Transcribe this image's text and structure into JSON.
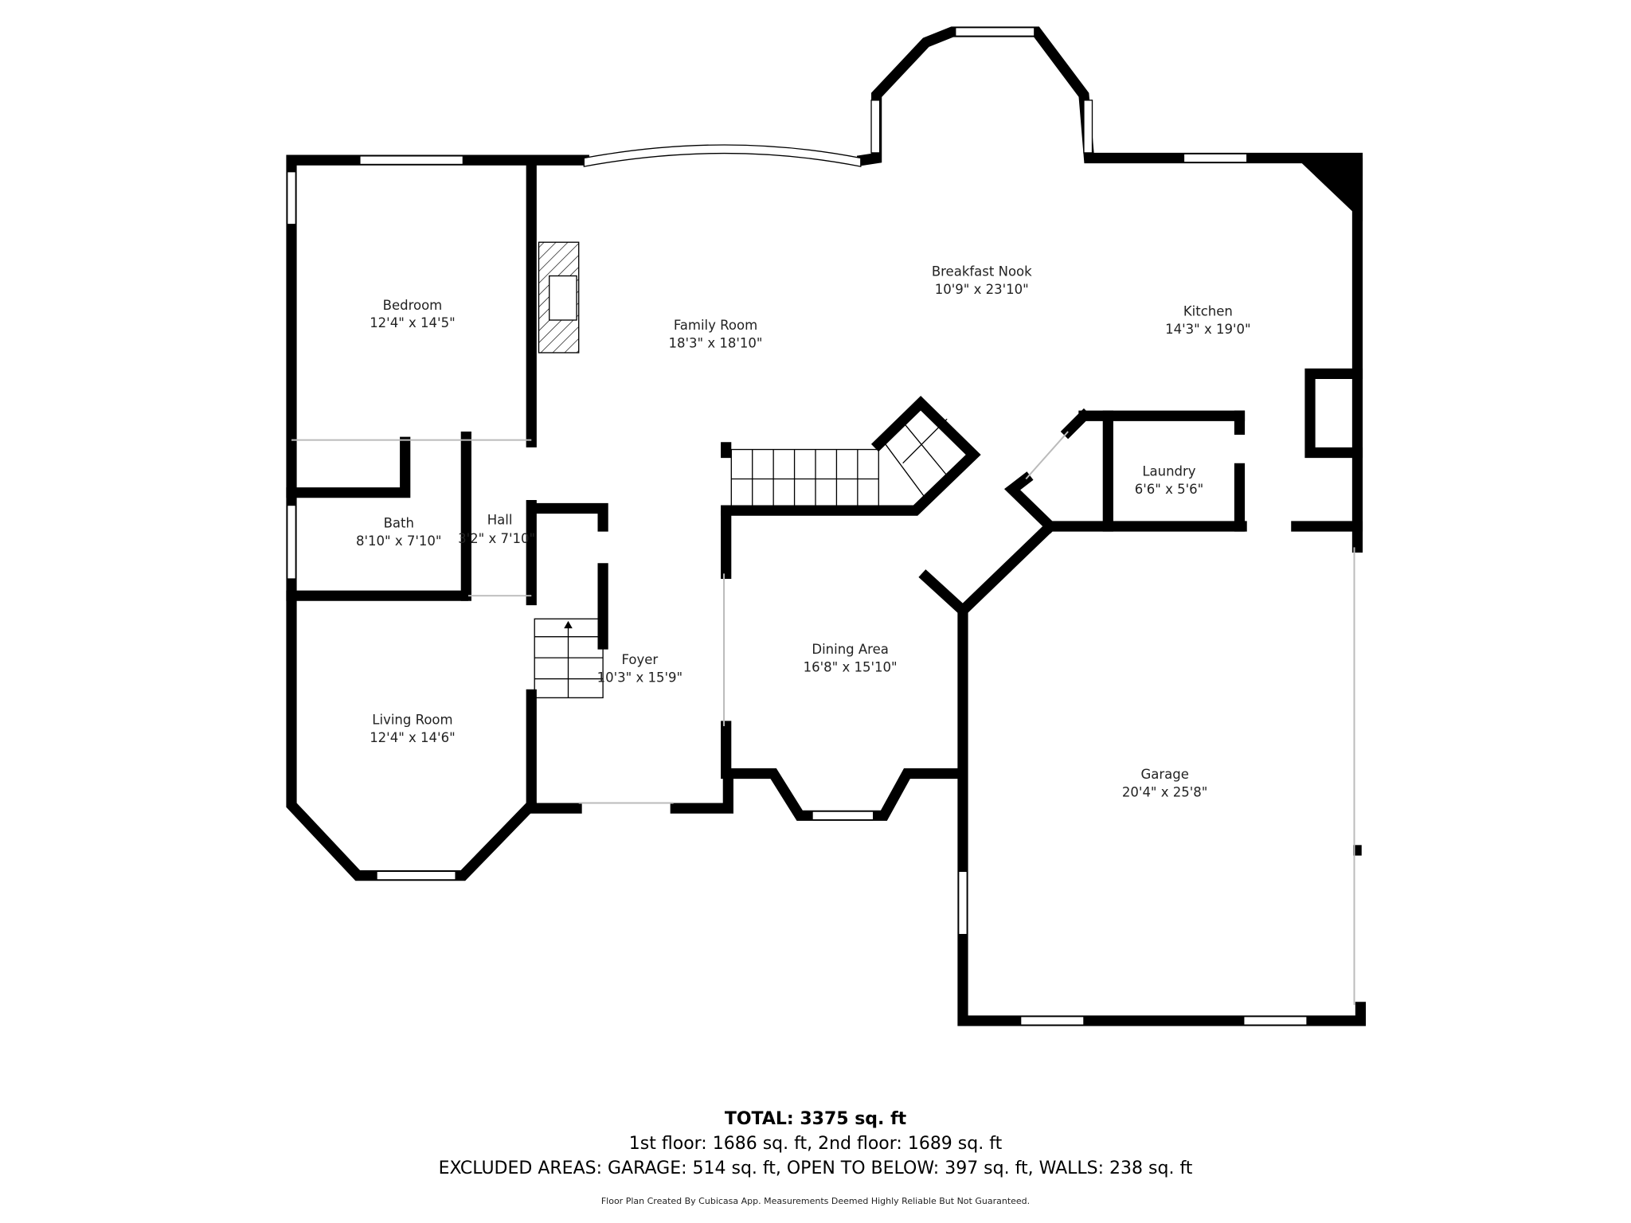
{
  "rooms": {
    "bedroom": {
      "name": "Bedroom",
      "size": "12'4\" x 14'5\""
    },
    "family_room": {
      "name": "Family Room",
      "size": "18'3\" x 18'10\""
    },
    "breakfast_nook": {
      "name": "Breakfast Nook",
      "size": "10'9\" x 23'10\""
    },
    "kitchen": {
      "name": "Kitchen",
      "size": "14'3\" x 19'0\""
    },
    "laundry": {
      "name": "Laundry",
      "size": "6'6\" x 5'6\""
    },
    "bath": {
      "name": "Bath",
      "size": "8'10\" x 7'10\""
    },
    "hall": {
      "name": "Hall",
      "size": "3'2\" x 7'10\""
    },
    "foyer": {
      "name": "Foyer",
      "size": "10'3\" x 15'9\""
    },
    "dining_area": {
      "name": "Dining Area",
      "size": "16'8\" x 15'10\""
    },
    "living_room": {
      "name": "Living Room",
      "size": "12'4\" x 14'6\""
    },
    "garage": {
      "name": "Garage",
      "size": "20'4\" x 25'8\""
    }
  },
  "summary": {
    "total": "TOTAL: 3375 sq. ft",
    "floors": "1st floor: 1686 sq. ft, 2nd floor: 1689 sq. ft",
    "excluded": "EXCLUDED AREAS: GARAGE: 514 sq. ft, OPEN TO BELOW: 397 sq. ft, WALLS: 238 sq. ft",
    "credit": "Floor Plan Created By Cubicasa App. Measurements Deemed Highly Reliable But Not Guaranteed."
  },
  "colors": {
    "wall": "#000000",
    "background": "#ffffff"
  }
}
